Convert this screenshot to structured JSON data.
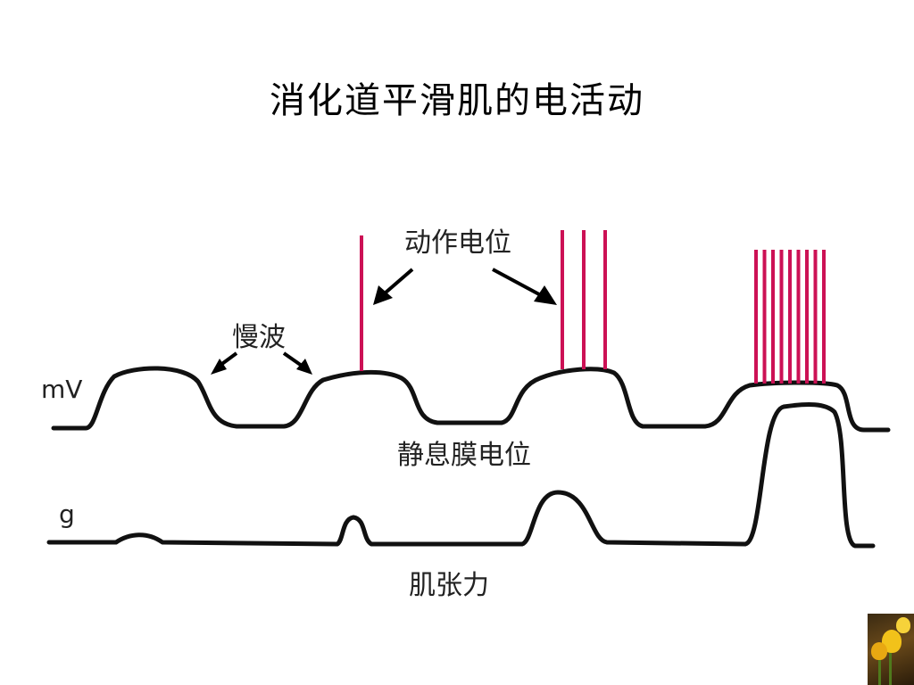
{
  "title": "消化道平滑肌的电活动",
  "labels": {
    "action_potential": "动作电位",
    "slow_wave": "慢波",
    "mv_axis": "mV",
    "resting_potential": "静息膜电位",
    "g_axis": "g",
    "muscle_tension": "肌张力"
  },
  "colors": {
    "trace": "#111111",
    "spike": "#cc1155",
    "arrow": "#000000"
  },
  "action_potential_groups": [
    1,
    3,
    9
  ],
  "decoration": {
    "thumbnail_icon": "tulip-flower-icon"
  }
}
